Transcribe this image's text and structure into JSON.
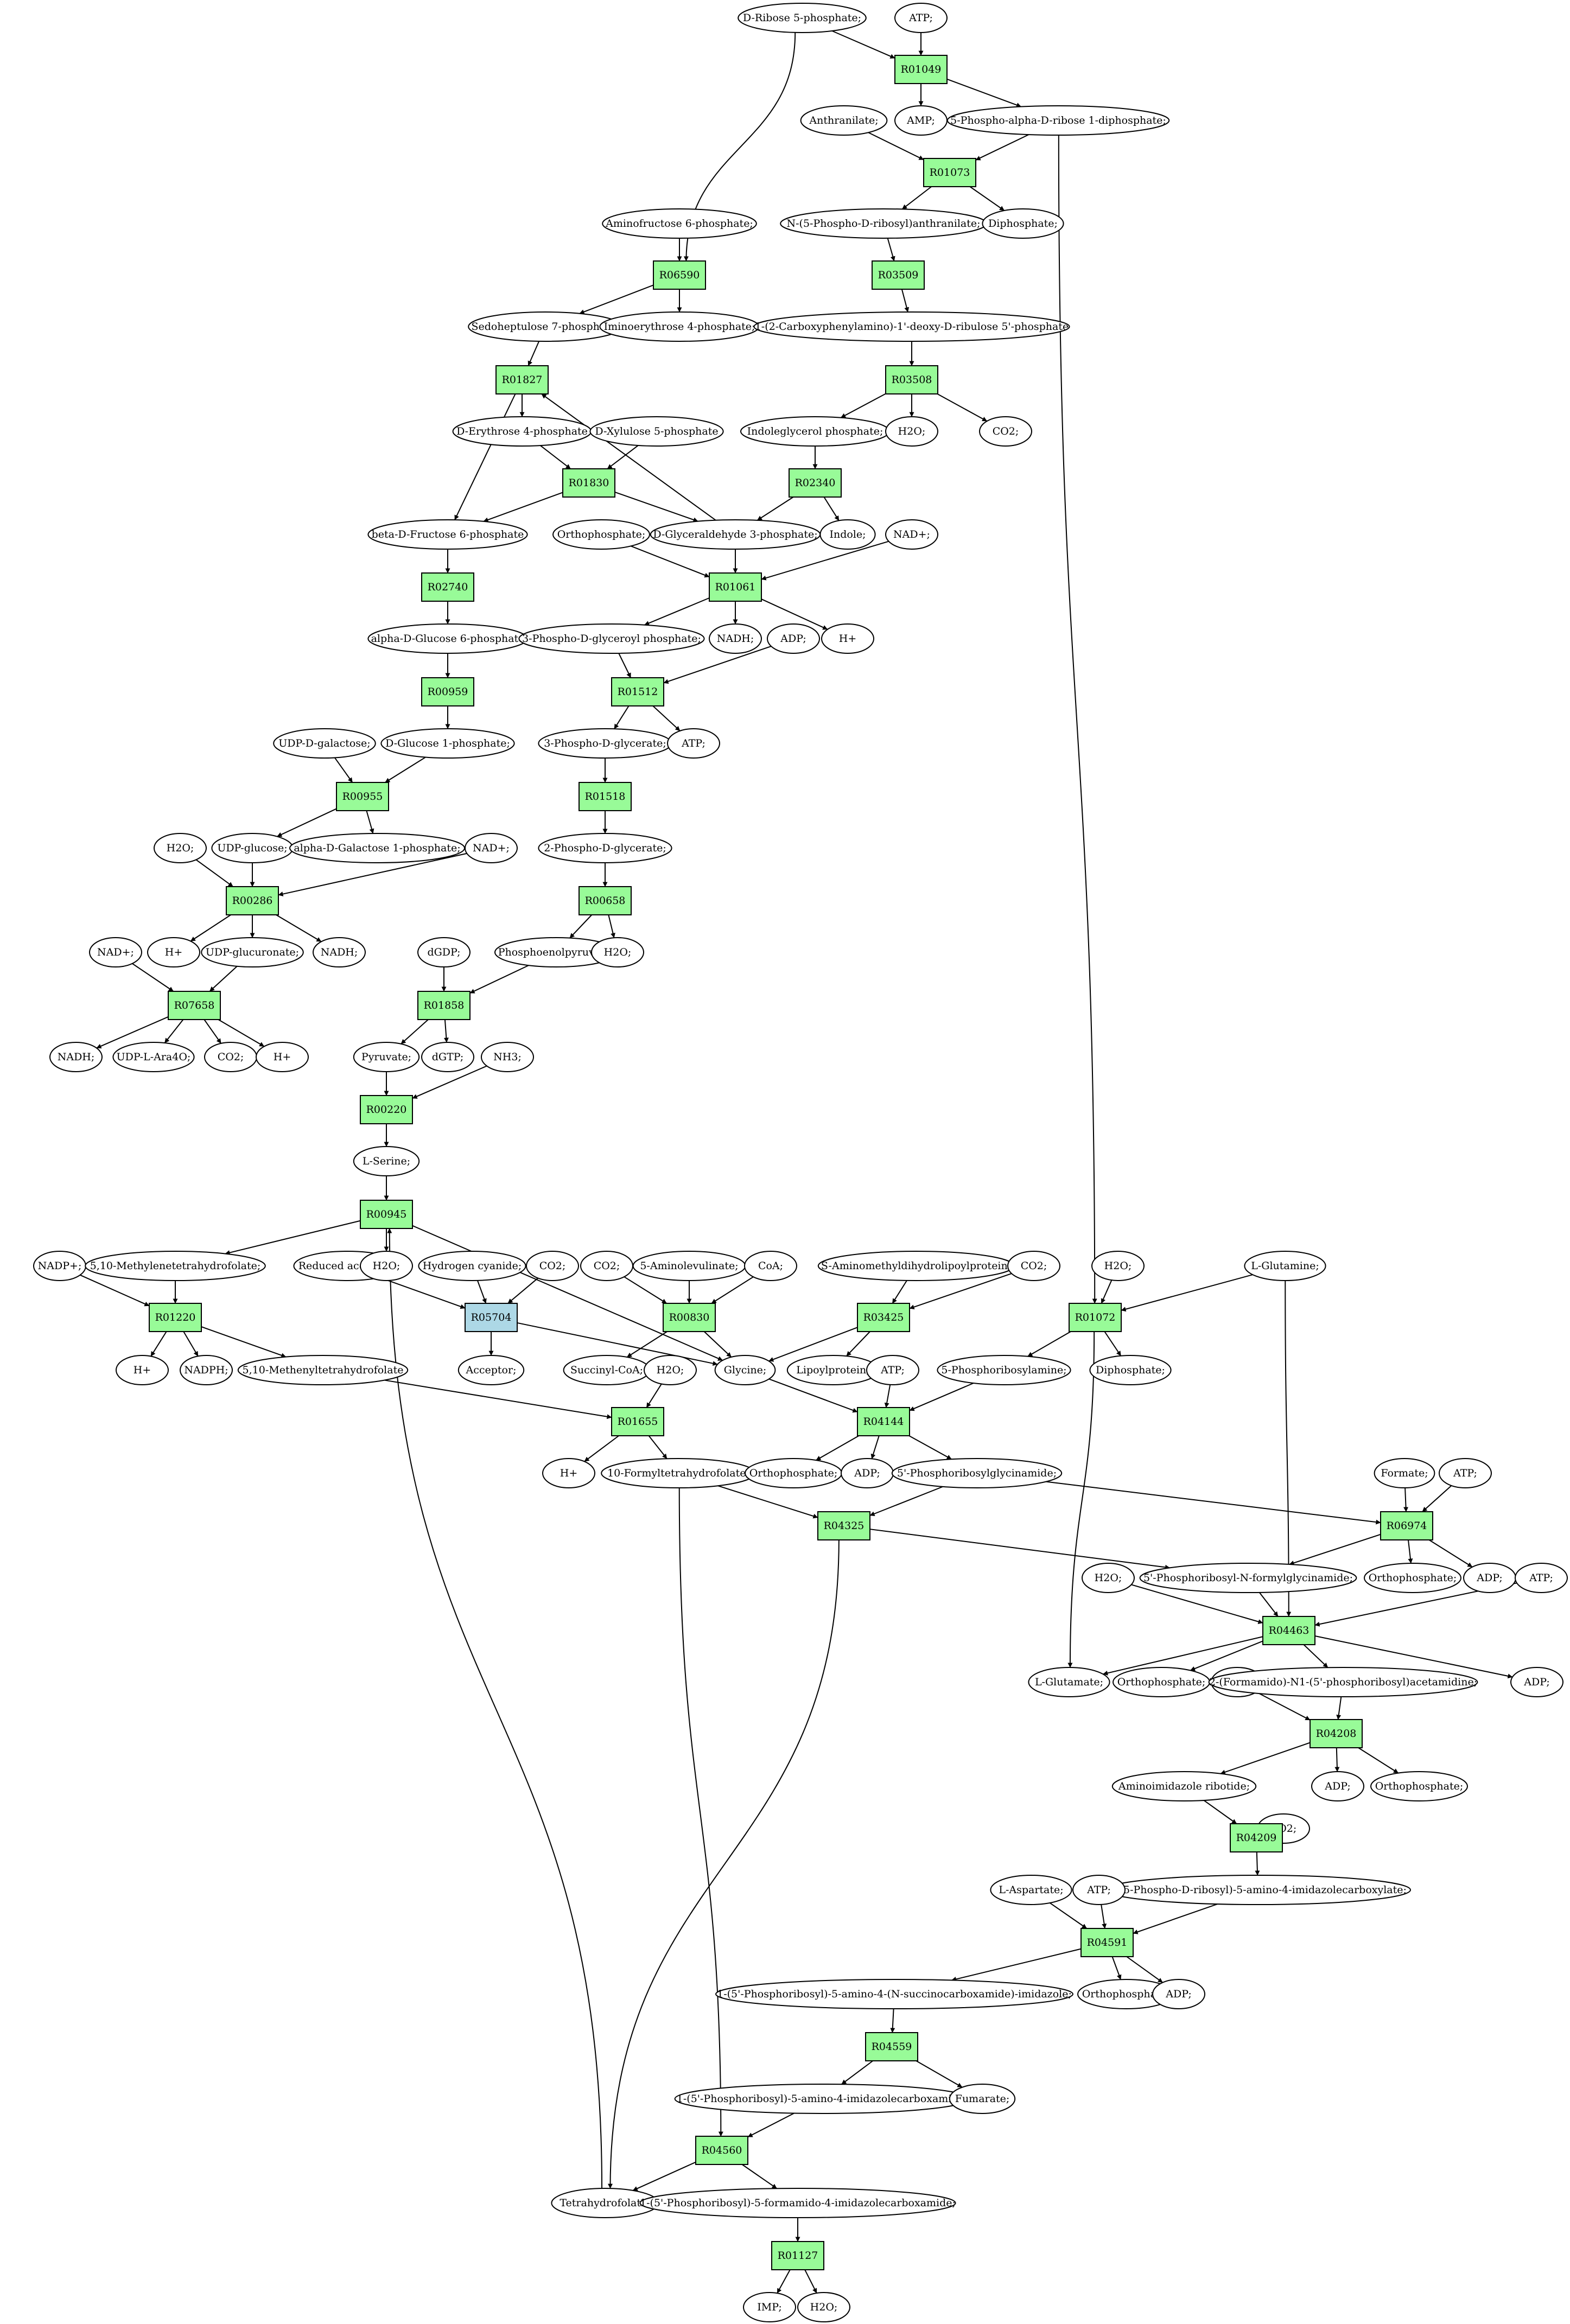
{
  "colors": {
    "reaction": "#98fb98",
    "reaction_special": "#add8e6",
    "start": "#00ee00",
    "target": "#ffff00",
    "metabolite": "#ffffff",
    "edge": "#000000"
  },
  "nodes": [
    {
      "id": "R5P",
      "label": "D-Ribose 5-phosphate;",
      "kind": "start"
    },
    {
      "id": "ATP_1",
      "label": "ATP;",
      "kind": "metabolite"
    },
    {
      "id": "R01049",
      "label": "R01049",
      "kind": "reaction"
    },
    {
      "id": "AMP",
      "label": "AMP;",
      "kind": "metabolite"
    },
    {
      "id": "PRPP",
      "label": "5-Phospho-alpha-D-ribose 1-diphosphate;",
      "kind": "metabolite"
    },
    {
      "id": "Anthr",
      "label": "Anthranilate;",
      "kind": "metabolite"
    },
    {
      "id": "R01073",
      "label": "R01073",
      "kind": "reaction"
    },
    {
      "id": "PRA",
      "label": "N-(5-Phospho-D-ribosyl)anthranilate;",
      "kind": "metabolite"
    },
    {
      "id": "DiP_1",
      "label": "Diphosphate;",
      "kind": "metabolite"
    },
    {
      "id": "AF6P",
      "label": "Aminofructose 6-phosphate;",
      "kind": "metabolite"
    },
    {
      "id": "R06590",
      "label": "R06590",
      "kind": "reaction"
    },
    {
      "id": "R03509",
      "label": "R03509",
      "kind": "reaction"
    },
    {
      "id": "S7P",
      "label": "Sedoheptulose 7-phosphate;",
      "kind": "metabolite"
    },
    {
      "id": "IE4P",
      "label": "Iminoerythrose 4-phosphate;",
      "kind": "metabolite"
    },
    {
      "id": "CDRP",
      "label": "1-(2-Carboxyphenylamino)-1'-deoxy-D-ribulose 5'-phosphate",
      "kind": "metabolite"
    },
    {
      "id": "R01827",
      "label": "R01827",
      "kind": "reaction"
    },
    {
      "id": "R03508",
      "label": "R03508",
      "kind": "reaction"
    },
    {
      "id": "E4P",
      "label": "D-Erythrose 4-phosphate",
      "kind": "metabolite"
    },
    {
      "id": "X5P",
      "label": "D-Xylulose 5-phosphate",
      "kind": "metabolite"
    },
    {
      "id": "IGP",
      "label": "Indoleglycerol phosphate;",
      "kind": "metabolite"
    },
    {
      "id": "H2O_1",
      "label": "H2O;",
      "kind": "metabolite"
    },
    {
      "id": "CO2_1",
      "label": "CO2;",
      "kind": "metabolite"
    },
    {
      "id": "R01830",
      "label": "R01830",
      "kind": "reaction"
    },
    {
      "id": "R02340",
      "label": "R02340",
      "kind": "reaction"
    },
    {
      "id": "F6P",
      "label": "beta-D-Fructose 6-phosphate",
      "kind": "metabolite"
    },
    {
      "id": "GAP",
      "label": "D-Glyceraldehyde 3-phosphate;",
      "kind": "metabolite"
    },
    {
      "id": "Ortho_1",
      "label": "Orthophosphate;",
      "kind": "metabolite"
    },
    {
      "id": "Indole",
      "label": "Indole;",
      "kind": "metabolite"
    },
    {
      "id": "NADp_1",
      "label": "NAD+;",
      "kind": "metabolite"
    },
    {
      "id": "R02740",
      "label": "R02740",
      "kind": "reaction"
    },
    {
      "id": "R01061",
      "label": "R01061",
      "kind": "reaction"
    },
    {
      "id": "G6P",
      "label": "alpha-D-Glucose 6-phosphate",
      "kind": "metabolite"
    },
    {
      "id": "BPG",
      "label": "3-Phospho-D-glyceroyl phosphate;",
      "kind": "metabolite"
    },
    {
      "id": "NADH_1",
      "label": "NADH;",
      "kind": "metabolite"
    },
    {
      "id": "ADP_1",
      "label": "ADP;",
      "kind": "metabolite"
    },
    {
      "id": "Hp_1",
      "label": "H+",
      "kind": "metabolite"
    },
    {
      "id": "R00959",
      "label": "R00959",
      "kind": "reaction"
    },
    {
      "id": "R01512",
      "label": "R01512",
      "kind": "reaction"
    },
    {
      "id": "UDPGal",
      "label": "UDP-D-galactose;",
      "kind": "metabolite"
    },
    {
      "id": "G1P",
      "label": "D-Glucose 1-phosphate;",
      "kind": "metabolite"
    },
    {
      "id": "3PG",
      "label": "3-Phospho-D-glycerate;",
      "kind": "metabolite"
    },
    {
      "id": "ATP_2",
      "label": "ATP;",
      "kind": "metabolite"
    },
    {
      "id": "R00955",
      "label": "R00955",
      "kind": "reaction"
    },
    {
      "id": "R01518",
      "label": "R01518",
      "kind": "reaction"
    },
    {
      "id": "H2O_2",
      "label": "H2O;",
      "kind": "metabolite"
    },
    {
      "id": "UDPGlc",
      "label": "UDP-glucose;",
      "kind": "metabolite"
    },
    {
      "id": "Gal1P",
      "label": "alpha-D-Galactose 1-phosphate;",
      "kind": "metabolite"
    },
    {
      "id": "NADp_2",
      "label": "NAD+;",
      "kind": "metabolite"
    },
    {
      "id": "2PG",
      "label": "2-Phospho-D-glycerate;",
      "kind": "metabolite"
    },
    {
      "id": "R00286",
      "label": "R00286",
      "kind": "reaction"
    },
    {
      "id": "R00658",
      "label": "R00658",
      "kind": "reaction"
    },
    {
      "id": "NADp_3",
      "label": "NAD+;",
      "kind": "metabolite"
    },
    {
      "id": "Hp_2",
      "label": "H+",
      "kind": "metabolite"
    },
    {
      "id": "UDPGlcA",
      "label": "UDP-glucuronate;",
      "kind": "metabolite"
    },
    {
      "id": "NADH_2",
      "label": "NADH;",
      "kind": "metabolite"
    },
    {
      "id": "dGDP",
      "label": "dGDP;",
      "kind": "metabolite"
    },
    {
      "id": "PEP",
      "label": "Phosphoenolpyruvate;",
      "kind": "metabolite"
    },
    {
      "id": "H2O_3",
      "label": "H2O;",
      "kind": "metabolite"
    },
    {
      "id": "R07658",
      "label": "R07658",
      "kind": "reaction"
    },
    {
      "id": "R01858",
      "label": "R01858",
      "kind": "reaction"
    },
    {
      "id": "NADH_3",
      "label": "NADH;",
      "kind": "metabolite"
    },
    {
      "id": "UDPAra",
      "label": "UDP-L-Ara4O;",
      "kind": "metabolite"
    },
    {
      "id": "CO2_2",
      "label": "CO2;",
      "kind": "metabolite"
    },
    {
      "id": "Hp_3",
      "label": "H+",
      "kind": "metabolite"
    },
    {
      "id": "Pyr",
      "label": "Pyruvate;",
      "kind": "metabolite"
    },
    {
      "id": "dGTP",
      "label": "dGTP;",
      "kind": "metabolite"
    },
    {
      "id": "NH3",
      "label": "NH3;",
      "kind": "metabolite"
    },
    {
      "id": "R00220",
      "label": "R00220",
      "kind": "reaction"
    },
    {
      "id": "Ser",
      "label": "L-Serine;",
      "kind": "metabolite"
    },
    {
      "id": "R00945",
      "label": "R00945",
      "kind": "reaction"
    },
    {
      "id": "NADPp",
      "label": "NADP+;",
      "kind": "metabolite"
    },
    {
      "id": "MTHF",
      "label": "5,10-Methylenetetrahydrofolate;",
      "kind": "metabolite"
    },
    {
      "id": "RedAcc",
      "label": "Reduced acceptor;",
      "kind": "metabolite"
    },
    {
      "id": "H2O_4",
      "label": "H2O;",
      "kind": "metabolite"
    },
    {
      "id": "HCN",
      "label": "Hydrogen cyanide;",
      "kind": "metabolite"
    },
    {
      "id": "CO2_3",
      "label": "CO2;",
      "kind": "metabolite"
    },
    {
      "id": "CO2_4",
      "label": "CO2;",
      "kind": "metabolite"
    },
    {
      "id": "ALA",
      "label": "5-Aminolevulinate;",
      "kind": "metabolite"
    },
    {
      "id": "CoA",
      "label": "CoA;",
      "kind": "metabolite"
    },
    {
      "id": "SAMDLP",
      "label": "S-Aminomethyldihydrolipoylprotein;",
      "kind": "metabolite"
    },
    {
      "id": "CO2_5",
      "label": "CO2;",
      "kind": "metabolite"
    },
    {
      "id": "H2O_5",
      "label": "H2O;",
      "kind": "metabolite"
    },
    {
      "id": "Gln",
      "label": "L-Glutamine;",
      "kind": "metabolite"
    },
    {
      "id": "R01220",
      "label": "R01220",
      "kind": "reaction"
    },
    {
      "id": "R05704",
      "label": "R05704",
      "kind": "reaction_special"
    },
    {
      "id": "R00830",
      "label": "R00830",
      "kind": "reaction"
    },
    {
      "id": "R03425",
      "label": "R03425",
      "kind": "reaction"
    },
    {
      "id": "R01072",
      "label": "R01072",
      "kind": "reaction"
    },
    {
      "id": "Hp_4",
      "label": "H+",
      "kind": "metabolite"
    },
    {
      "id": "NADPH",
      "label": "NADPH;",
      "kind": "metabolite"
    },
    {
      "id": "MethTHF",
      "label": "5,10-Methenyltetrahydrofolate",
      "kind": "metabolite"
    },
    {
      "id": "Acc",
      "label": "Acceptor;",
      "kind": "metabolite"
    },
    {
      "id": "SucCoA",
      "label": "Succinyl-CoA;",
      "kind": "metabolite"
    },
    {
      "id": "Gly",
      "label": "Glycine;",
      "kind": "metabolite"
    },
    {
      "id": "LipP",
      "label": "Lipoylprotein;",
      "kind": "metabolite"
    },
    {
      "id": "PRA2",
      "label": "5-Phosphoribosylamine;",
      "kind": "metabolite"
    },
    {
      "id": "DiP_2",
      "label": "Diphosphate;",
      "kind": "metabolite"
    },
    {
      "id": "H2O_6",
      "label": "H2O;",
      "kind": "metabolite"
    },
    {
      "id": "ATP_3",
      "label": "ATP;",
      "kind": "metabolite"
    },
    {
      "id": "R01655",
      "label": "R01655",
      "kind": "reaction"
    },
    {
      "id": "R04144",
      "label": "R04144",
      "kind": "reaction"
    },
    {
      "id": "Hp_5",
      "label": "H+",
      "kind": "metabolite"
    },
    {
      "id": "FTHF",
      "label": "10-Formyltetrahydrofolate;",
      "kind": "metabolite"
    },
    {
      "id": "Ortho_2",
      "label": "Orthophosphate;",
      "kind": "metabolite"
    },
    {
      "id": "ADP_2",
      "label": "ADP;",
      "kind": "metabolite"
    },
    {
      "id": "GAR",
      "label": "5'-Phosphoribosylglycinamide;",
      "kind": "metabolite"
    },
    {
      "id": "Formate",
      "label": "Formate;",
      "kind": "metabolite"
    },
    {
      "id": "ATP_4",
      "label": "ATP;",
      "kind": "metabolite"
    },
    {
      "id": "R04325",
      "label": "R04325",
      "kind": "reaction"
    },
    {
      "id": "R06974",
      "label": "R06974",
      "kind": "reaction"
    },
    {
      "id": "H2O_7",
      "label": "H2O;",
      "kind": "metabolite"
    },
    {
      "id": "FGAR",
      "label": "5'-Phosphoribosyl-N-formylglycinamide;",
      "kind": "metabolite"
    },
    {
      "id": "Ortho_3",
      "label": "Orthophosphate;",
      "kind": "metabolite"
    },
    {
      "id": "ADP_3",
      "label": "ADP;",
      "kind": "metabolite"
    },
    {
      "id": "ATP_5",
      "label": "ATP;",
      "kind": "metabolite"
    },
    {
      "id": "R04463",
      "label": "R04463",
      "kind": "reaction"
    },
    {
      "id": "Glu",
      "label": "L-Glutamate;",
      "kind": "metabolite"
    },
    {
      "id": "Ortho_4",
      "label": "Orthophosphate;",
      "kind": "metabolite"
    },
    {
      "id": "ATP_6",
      "label": "ATP;",
      "kind": "metabolite"
    },
    {
      "id": "FGAM",
      "label": "2-(Formamido)-N1-(5'-phosphoribosyl)acetamidine;",
      "kind": "metabolite"
    },
    {
      "id": "ADP_4",
      "label": "ADP;",
      "kind": "metabolite"
    },
    {
      "id": "R04208",
      "label": "R04208",
      "kind": "reaction"
    },
    {
      "id": "AIR",
      "label": "Aminoimidazole ribotide;",
      "kind": "metabolite"
    },
    {
      "id": "ADP_5",
      "label": "ADP;",
      "kind": "metabolite"
    },
    {
      "id": "Ortho_5",
      "label": "Orthophosphate;",
      "kind": "metabolite"
    },
    {
      "id": "CO2_6",
      "label": "CO2;",
      "kind": "metabolite"
    },
    {
      "id": "R04209",
      "label": "R04209",
      "kind": "reaction"
    },
    {
      "id": "CAIR",
      "label": "1-(5-Phospho-D-ribosyl)-5-amino-4-imidazolecarboxylate;",
      "kind": "metabolite"
    },
    {
      "id": "Asp",
      "label": "L-Aspartate;",
      "kind": "metabolite"
    },
    {
      "id": "ATP_7",
      "label": "ATP;",
      "kind": "metabolite"
    },
    {
      "id": "R04591",
      "label": "R04591",
      "kind": "reaction"
    },
    {
      "id": "SAICAR",
      "label": "1-(5'-Phosphoribosyl)-5-amino-4-(N-succinocarboxamide)-imidazole;",
      "kind": "metabolite"
    },
    {
      "id": "Ortho_6",
      "label": "Orthophosphate;",
      "kind": "metabolite"
    },
    {
      "id": "ADP_6",
      "label": "ADP;",
      "kind": "metabolite"
    },
    {
      "id": "R04559",
      "label": "R04559",
      "kind": "reaction"
    },
    {
      "id": "AICAR",
      "label": "1-(5'-Phosphoribosyl)-5-amino-4-imidazolecarboxamide;",
      "kind": "metabolite"
    },
    {
      "id": "Fum",
      "label": "Fumarate;",
      "kind": "metabolite"
    },
    {
      "id": "R04560",
      "label": "R04560",
      "kind": "reaction"
    },
    {
      "id": "THF",
      "label": "Tetrahydrofolate;",
      "kind": "metabolite"
    },
    {
      "id": "FAICAR",
      "label": "1-(5'-Phosphoribosyl)-5-formamido-4-imidazolecarboxamide;",
      "kind": "metabolite"
    },
    {
      "id": "R01127",
      "label": "R01127",
      "kind": "reaction"
    },
    {
      "id": "IMP",
      "label": "IMP;",
      "kind": "target"
    },
    {
      "id": "H2O_8",
      "label": "H2O;",
      "kind": "metabolite"
    }
  ],
  "edges": [
    [
      "R5P",
      "R01049"
    ],
    [
      "ATP_1",
      "R01049"
    ],
    [
      "R01049",
      "AMP"
    ],
    [
      "R01049",
      "PRPP"
    ],
    [
      "R5P",
      "R06590"
    ],
    [
      "AF6P",
      "R06590"
    ],
    [
      "R06590",
      "S7P"
    ],
    [
      "R06590",
      "IE4P"
    ],
    [
      "PRPP",
      "R01073"
    ],
    [
      "Anthr",
      "R01073"
    ],
    [
      "R01073",
      "PRA"
    ],
    [
      "R01073",
      "DiP_1"
    ],
    [
      "PRA",
      "R03509"
    ],
    [
      "R03509",
      "CDRP"
    ],
    [
      "CDRP",
      "R03508"
    ],
    [
      "R03508",
      "IGP"
    ],
    [
      "R03508",
      "H2O_1"
    ],
    [
      "R03508",
      "CO2_1"
    ],
    [
      "IGP",
      "R02340"
    ],
    [
      "R02340",
      "GAP"
    ],
    [
      "R02340",
      "Indole"
    ],
    [
      "S7P",
      "R01827"
    ],
    [
      "GAP",
      "R01827"
    ],
    [
      "R01827",
      "E4P"
    ],
    [
      "R01827",
      "F6P"
    ],
    [
      "E4P",
      "R01830"
    ],
    [
      "X5P",
      "R01830"
    ],
    [
      "R01830",
      "F6P"
    ],
    [
      "R01830",
      "GAP"
    ],
    [
      "F6P",
      "R02740"
    ],
    [
      "R02740",
      "G6P"
    ],
    [
      "G6P",
      "R00959"
    ],
    [
      "R00959",
      "G1P"
    ],
    [
      "UDPGal",
      "R00955"
    ],
    [
      "G1P",
      "R00955"
    ],
    [
      "R00955",
      "UDPGlc"
    ],
    [
      "R00955",
      "Gal1P"
    ],
    [
      "H2O_2",
      "R00286"
    ],
    [
      "UDPGlc",
      "R00286"
    ],
    [
      "NADp_2",
      "R00286"
    ],
    [
      "R00286",
      "Hp_2"
    ],
    [
      "R00286",
      "UDPGlcA"
    ],
    [
      "R00286",
      "NADH_2"
    ],
    [
      "NADp_3",
      "R07658"
    ],
    [
      "UDPGlcA",
      "R07658"
    ],
    [
      "R07658",
      "NADH_3"
    ],
    [
      "R07658",
      "UDPAra"
    ],
    [
      "R07658",
      "CO2_2"
    ],
    [
      "R07658",
      "Hp_3"
    ],
    [
      "GAP",
      "R01061"
    ],
    [
      "Ortho_1",
      "R01061"
    ],
    [
      "NADp_1",
      "R01061"
    ],
    [
      "R01061",
      "BPG"
    ],
    [
      "R01061",
      "NADH_1"
    ],
    [
      "R01061",
      "Hp_1"
    ],
    [
      "BPG",
      "R01512"
    ],
    [
      "ADP_1",
      "R01512"
    ],
    [
      "R01512",
      "3PG"
    ],
    [
      "R01512",
      "ATP_2"
    ],
    [
      "3PG",
      "R01518"
    ],
    [
      "R01518",
      "2PG"
    ],
    [
      "2PG",
      "R00658"
    ],
    [
      "R00658",
      "PEP"
    ],
    [
      "R00658",
      "H2O_3"
    ],
    [
      "PEP",
      "R01858"
    ],
    [
      "dGDP",
      "R01858"
    ],
    [
      "R01858",
      "Pyr"
    ],
    [
      "R01858",
      "dGTP"
    ],
    [
      "Pyr",
      "R00220"
    ],
    [
      "NH3",
      "R00220"
    ],
    [
      "R00220",
      "Ser"
    ],
    [
      "Ser",
      "R00945"
    ],
    [
      "THF",
      "R00945"
    ],
    [
      "R00945",
      "MTHF"
    ],
    [
      "R00945",
      "H2O_4"
    ],
    [
      "R00945",
      "Gly"
    ],
    [
      "NADPp",
      "R01220"
    ],
    [
      "MTHF",
      "R01220"
    ],
    [
      "R01220",
      "Hp_4"
    ],
    [
      "R01220",
      "NADPH"
    ],
    [
      "R01220",
      "MethTHF"
    ],
    [
      "RedAcc",
      "R05704"
    ],
    [
      "HCN",
      "R05704"
    ],
    [
      "CO2_3",
      "R05704"
    ],
    [
      "R05704",
      "Acc"
    ],
    [
      "R05704",
      "Gly"
    ],
    [
      "CO2_4",
      "R00830"
    ],
    [
      "ALA",
      "R00830"
    ],
    [
      "CoA",
      "R00830"
    ],
    [
      "R00830",
      "SucCoA"
    ],
    [
      "R00830",
      "Gly"
    ],
    [
      "SAMDLP",
      "R03425"
    ],
    [
      "CO2_5",
      "R03425"
    ],
    [
      "R03425",
      "Gly"
    ],
    [
      "R03425",
      "LipP"
    ],
    [
      "PRPP",
      "R01072"
    ],
    [
      "H2O_5",
      "R01072"
    ],
    [
      "Gln",
      "R01072"
    ],
    [
      "R01072",
      "PRA2"
    ],
    [
      "R01072",
      "DiP_2"
    ],
    [
      "R01072",
      "Glu"
    ],
    [
      "MethTHF",
      "R01655"
    ],
    [
      "H2O_6",
      "R01655"
    ],
    [
      "R01655",
      "Hp_5"
    ],
    [
      "R01655",
      "FTHF"
    ],
    [
      "Gly",
      "R04144"
    ],
    [
      "PRA2",
      "R04144"
    ],
    [
      "ATP_3",
      "R04144"
    ],
    [
      "R04144",
      "Ortho_2"
    ],
    [
      "R04144",
      "ADP_2"
    ],
    [
      "R04144",
      "GAR"
    ],
    [
      "FTHF",
      "R04325"
    ],
    [
      "GAR",
      "R04325"
    ],
    [
      "R04325",
      "FGAR"
    ],
    [
      "R04325",
      "THF"
    ],
    [
      "GAR",
      "R06974"
    ],
    [
      "Formate",
      "R06974"
    ],
    [
      "ATP_4",
      "R06974"
    ],
    [
      "R06974",
      "FGAR"
    ],
    [
      "R06974",
      "Ortho_3"
    ],
    [
      "R06974",
      "ADP_3"
    ],
    [
      "H2O_7",
      "R04463"
    ],
    [
      "FGAR",
      "R04463"
    ],
    [
      "ATP_5",
      "R04463"
    ],
    [
      "Gln",
      "R04463"
    ],
    [
      "R04463",
      "Glu"
    ],
    [
      "R04463",
      "Ortho_4"
    ],
    [
      "R04463",
      "FGAM"
    ],
    [
      "R04463",
      "ADP_4"
    ],
    [
      "ATP_6",
      "R04208"
    ],
    [
      "FGAM",
      "R04208"
    ],
    [
      "R04208",
      "AIR"
    ],
    [
      "R04208",
      "ADP_5"
    ],
    [
      "R04208",
      "Ortho_5"
    ],
    [
      "AIR",
      "R04209"
    ],
    [
      "CO2_6",
      "R04209"
    ],
    [
      "R04209",
      "CAIR"
    ],
    [
      "Asp",
      "R04591"
    ],
    [
      "ATP_7",
      "R04591"
    ],
    [
      "CAIR",
      "R04591"
    ],
    [
      "R04591",
      "SAICAR"
    ],
    [
      "R04591",
      "Ortho_6"
    ],
    [
      "R04591",
      "ADP_6"
    ],
    [
      "SAICAR",
      "R04559"
    ],
    [
      "R04559",
      "AICAR"
    ],
    [
      "R04559",
      "Fum"
    ],
    [
      "AICAR",
      "R04560"
    ],
    [
      "FTHF",
      "R04560"
    ],
    [
      "R04560",
      "THF"
    ],
    [
      "R04560",
      "FAICAR"
    ],
    [
      "FAICAR",
      "R01127"
    ],
    [
      "R01127",
      "IMP"
    ],
    [
      "R01127",
      "H2O_8"
    ]
  ]
}
